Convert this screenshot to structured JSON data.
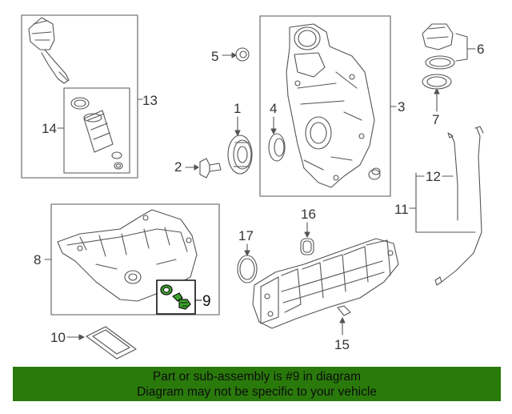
{
  "callouts": {
    "c1": "1",
    "c2": "2",
    "c3": "3",
    "c4": "4",
    "c5": "5",
    "c6": "6",
    "c7": "7",
    "c8": "8",
    "c9": "9",
    "c10": "10",
    "c11": "11",
    "c12": "12",
    "c13": "13",
    "c14": "14",
    "c15": "15",
    "c16": "16",
    "c17": "17"
  },
  "banner": {
    "line1": "Part or sub-assembly is #9 in diagram",
    "line2": "Diagram may not be specific to your vehicle"
  },
  "colors": {
    "line": "#555555",
    "highlight": "#2e8b1e",
    "banner_bg": "#2a7a0b"
  }
}
